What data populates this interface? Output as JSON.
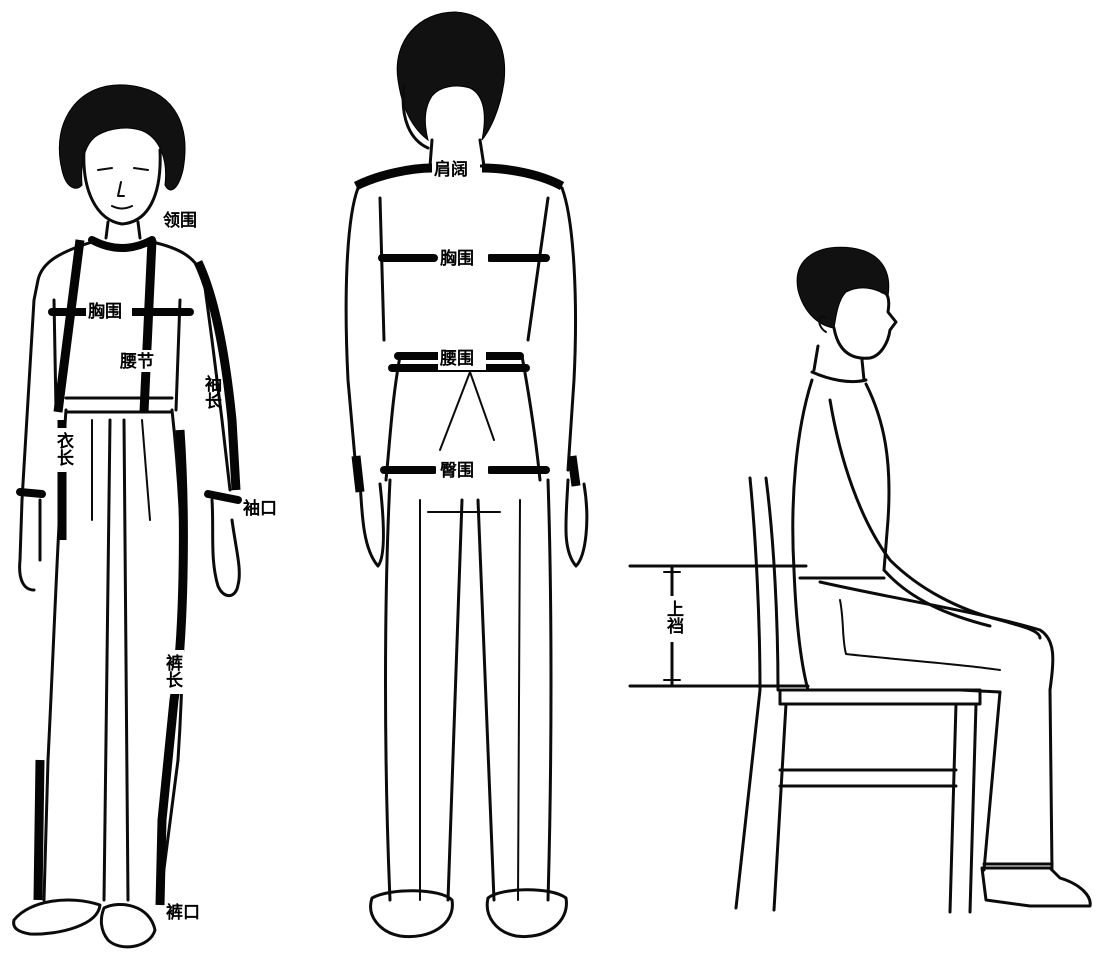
{
  "labels": {
    "front": {
      "collar": "领围",
      "chest": "胸围",
      "waist": "腰节",
      "sleeve_length": "袖长",
      "cuff": "袖口",
      "jacket_length": "衣长",
      "trouser_length": "裤长",
      "trouser_hem": "裤口"
    },
    "back": {
      "shoulder": "肩阔",
      "chest": "胸围",
      "waist": "腰围",
      "hip": "臀围"
    },
    "side": {
      "crotch": "上裆"
    }
  }
}
